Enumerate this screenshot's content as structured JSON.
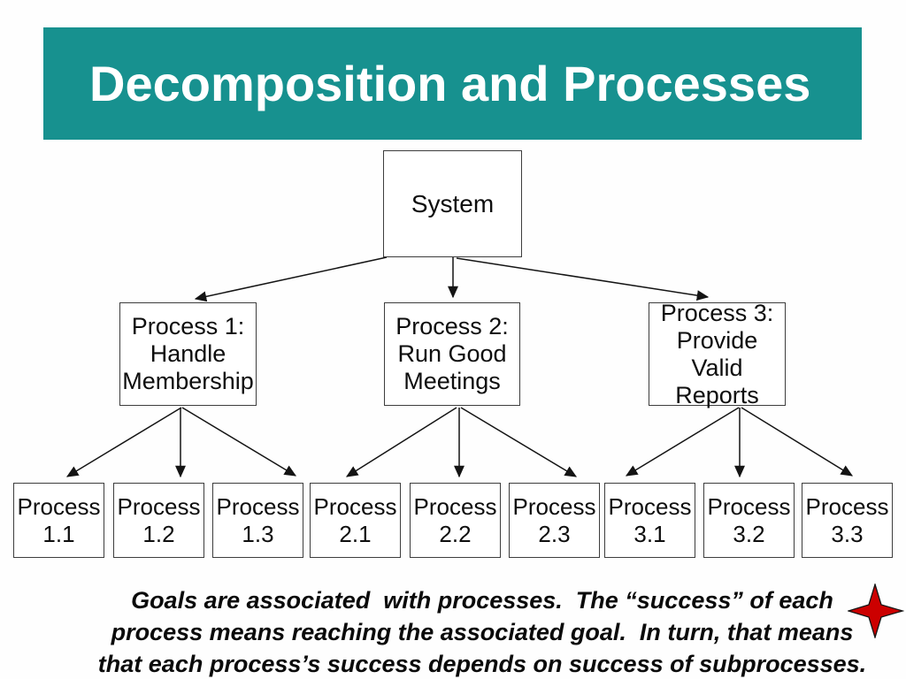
{
  "title": {
    "text": "Decomposition and Processes",
    "bg_color": "#17918F",
    "text_color": "#FFFFFF"
  },
  "diagram": {
    "system": {
      "label": "System"
    },
    "level2": [
      {
        "lines": [
          "Process 1:",
          "Handle",
          "Membership"
        ]
      },
      {
        "lines": [
          "Process 2:",
          "Run Good",
          "Meetings"
        ]
      },
      {
        "lines": [
          "Process 3:",
          "Provide Valid",
          "Reports"
        ]
      }
    ],
    "level3": [
      {
        "lines": [
          "Process",
          "1.1"
        ]
      },
      {
        "lines": [
          "Process",
          "1.2"
        ]
      },
      {
        "lines": [
          "Process",
          "1.3"
        ]
      },
      {
        "lines": [
          "Process",
          "2.1"
        ]
      },
      {
        "lines": [
          "Process",
          "2.2"
        ]
      },
      {
        "lines": [
          "Process",
          "2.3"
        ]
      },
      {
        "lines": [
          "Process",
          "3.1"
        ]
      },
      {
        "lines": [
          "Process",
          "3.2"
        ]
      },
      {
        "lines": [
          "Process",
          "3.3"
        ]
      }
    ]
  },
  "footer": {
    "lines": [
      "Goals are associated  with processes.  The “success” of each",
      "process means reaching the associated goal.  In turn, that means",
      "that each process’s success depends on success of subprocesses."
    ]
  },
  "decorations": {
    "star_fill": "#CC0000",
    "star_stroke": "#141414",
    "arrow_color": "#141414"
  }
}
